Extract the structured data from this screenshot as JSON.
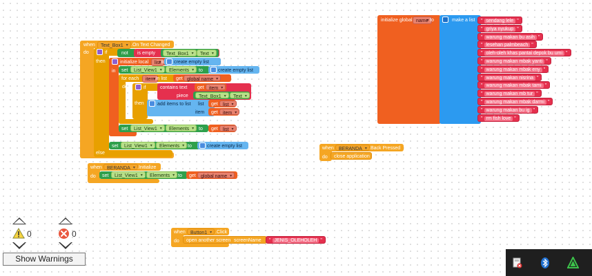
{
  "text_changed": {
    "when": "when",
    "component": "Text_Box1",
    "event": ".On Text Changed",
    "do": "do",
    "if": "if",
    "then": "then",
    "not": "not",
    "is_empty": "is empty",
    "text_box": "Text_Box1",
    "text_prop": "Text",
    "initialize_local": "initialize local",
    "local_name": "list",
    "to": "to",
    "create_empty_list": "create empty list",
    "in": "in",
    "set": "set",
    "list_view": "List_View1",
    "elements": "Elements",
    "get": "get",
    "global_name": "global name",
    "for_each": "for each",
    "item": "item",
    "in_list": "in list",
    "contains_text": "contains text",
    "piece": "piece",
    "add_items_to_list": "add items to list",
    "list_label": "list",
    "item_label": "item",
    "else": "else"
  },
  "global_init": {
    "label": "initialize global",
    "name": "name",
    "to": "to",
    "make_a_list": "make a list",
    "items": [
      "sendang lele",
      "griya nyukup",
      "warung makan bu asih",
      "lesehan palmbeach",
      "oleh-oleh khas pantai depok bu umi",
      "warung makan mbak yanti",
      "warung makan mbak eny",
      "warung makan nisrina",
      "warung makan mbak tami",
      "warung makan mb tur",
      "warung makan mbak darmi",
      "warung makan bu ig",
      "rm fish love"
    ]
  },
  "back_pressed": {
    "when": "when",
    "component": "BERANDA",
    "event": ".Back Pressed",
    "do": "do",
    "action": "close application"
  },
  "initialize_event": {
    "when": "when",
    "component": "BERANDA",
    "event": ".Initialize",
    "do": "do",
    "set": "set",
    "list_view": "List_View1",
    "elements": "Elements",
    "to": "to",
    "get": "get",
    "global_name": "global name"
  },
  "button_click": {
    "when": "when",
    "component": "Button1",
    "event": ".Click",
    "do": "do",
    "action": "open another screen",
    "screen_name_label": "screenName",
    "screen_name_value": "JENIS_OLEHOLEH"
  },
  "warnings": {
    "warning_count": "0",
    "error_count": "0",
    "show_warnings_label": "Show Warnings"
  },
  "colors": {
    "event_block": "#f5a623",
    "control_block": "#e8a000",
    "list_block": "#65b5f0",
    "text_block": "#e5304e",
    "variable_block": "#f06020",
    "logic_block": "#2e9e4a",
    "component_block": "#2fa04c"
  }
}
